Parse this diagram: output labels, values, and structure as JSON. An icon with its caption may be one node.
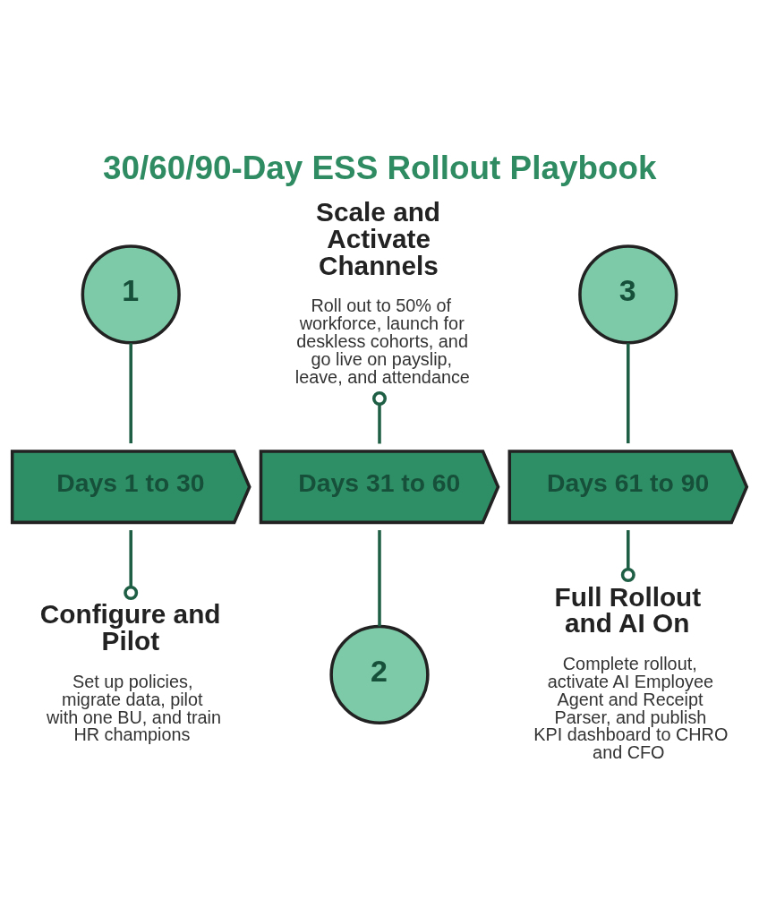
{
  "diagram": {
    "title": "30/60/90-Day ESS Rollout Playbook",
    "nodes": [
      {
        "text": [
          "1"
        ]
      },
      {
        "text": [
          "Days 1 to 30"
        ]
      },
      {
        "text": [
          "Configure and Pilot",
          "Set up policies, migrate data, pilot with one BU, and train HR champions"
        ]
      },
      {
        "text": [
          "Scale and Activate Channels",
          "Roll out to 50% of workforce, launch for deskless cohorts, and go live on payslip, leave, and attendance"
        ]
      },
      {
        "text": [
          "Days 31 to 60"
        ]
      },
      {
        "text": [
          "2"
        ]
      },
      {
        "text": [
          "3"
        ]
      },
      {
        "text": [
          "Days 61 to 90"
        ]
      },
      {
        "text": [
          "Full Rollout and AI On",
          "Complete rollout, activate AI Employee Agent and Receipt Parser, and publish KPI dashboard to CHRO and CFO"
        ]
      }
    ],
    "edges": [
      {
        "from": 0,
        "to": 1,
        "arrow": "none"
      },
      {
        "from": 1,
        "to": 2,
        "arrow": "other"
      },
      {
        "from": 4,
        "to": 3,
        "arrow": "other"
      },
      {
        "from": 4,
        "to": 5,
        "arrow": "none"
      },
      {
        "from": 6,
        "to": 7,
        "arrow": "none"
      },
      {
        "from": 7,
        "to": 8,
        "arrow": "other"
      }
    ]
  }
}
